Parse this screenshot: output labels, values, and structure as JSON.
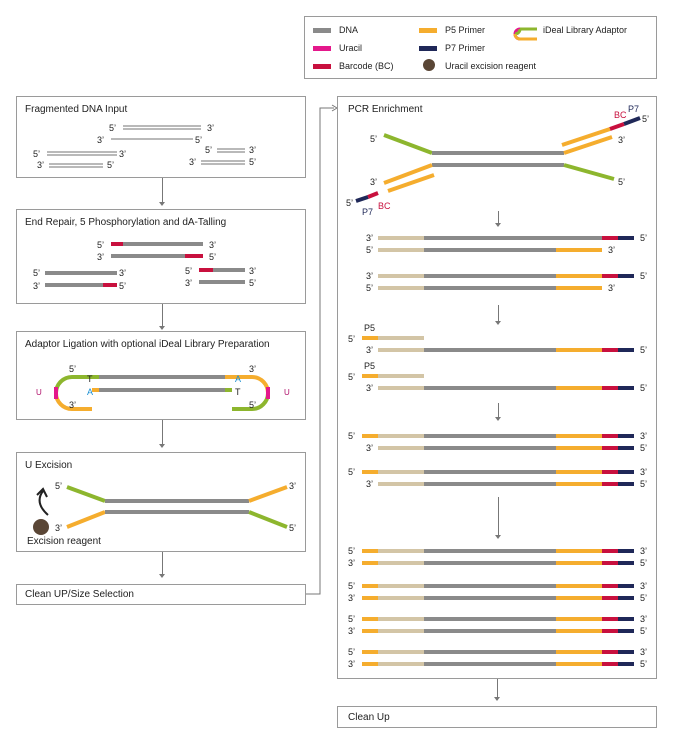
{
  "legend": {
    "dna": "DNA",
    "uracil": "Uracil",
    "barcode": "Barcode (BC)",
    "p5": "P5 Primer",
    "p7": "P7 Primer",
    "uracil_reagent": "Uracil excision reagent",
    "adaptor": "iDeal Library Adaptor"
  },
  "steps": {
    "s1": "Fragmented DNA Input",
    "s2": "End Repair, 5 Phosphorylation and dA-Talling",
    "s3": "Adaptor Ligation with optional iDeal Library Preparation",
    "s4": "U Excision",
    "s4_reagent": "Excision reagent",
    "s5": "Clean UP/Size Selection",
    "pcr": "PCR Enrichment",
    "cleanup": "Clean Up"
  },
  "marks": {
    "five": "5’",
    "three": "3’",
    "bc": "BC",
    "p5": "P5",
    "p7": "P7",
    "t": "T",
    "a": "A",
    "u": "U"
  },
  "colors": {
    "dna": "#8a8a8a",
    "p5": "#f5ad2e",
    "p7": "#1f2858",
    "barcode": "#c8103e",
    "uracil": "#e4188b",
    "adaptor": "#8db62e",
    "reagent": "#5a4636",
    "primer_region": "#d3c5a6"
  }
}
